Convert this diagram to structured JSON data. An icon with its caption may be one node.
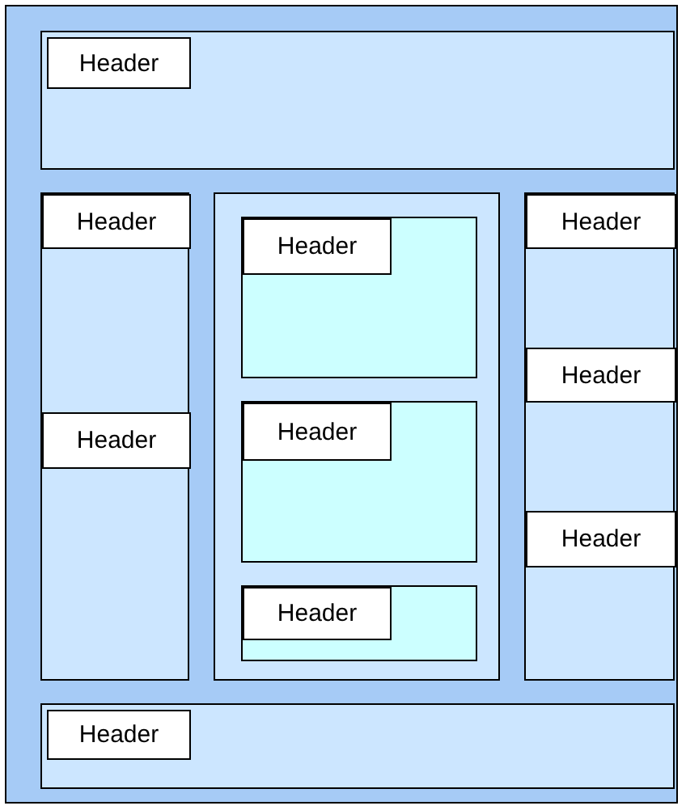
{
  "diagram": {
    "nodes": [
      {
        "text": [],
        "shape": "box"
      },
      {
        "text": [],
        "shape": "box",
        "in": 0
      },
      {
        "text": [
          "Header"
        ],
        "in": 1
      },
      {
        "text": [],
        "shape": "box",
        "in": 0
      },
      {
        "text": [
          "Header"
        ],
        "in": 3
      },
      {
        "text": [
          "Header"
        ],
        "in": 3
      },
      {
        "text": [],
        "shape": "box",
        "in": 0
      },
      {
        "text": [],
        "shape": "box",
        "in": 6
      },
      {
        "text": [
          "Header"
        ],
        "in": 7
      },
      {
        "text": [],
        "shape": "box",
        "in": 6
      },
      {
        "text": [
          "Header"
        ],
        "in": 9
      },
      {
        "text": [],
        "shape": "box",
        "in": 6
      },
      {
        "text": [
          "Header"
        ],
        "in": 11
      },
      {
        "text": [],
        "shape": "box",
        "in": 0
      },
      {
        "text": [
          "Header"
        ],
        "in": 13
      },
      {
        "text": [
          "Header"
        ],
        "in": 13
      },
      {
        "text": [
          "Header"
        ],
        "in": 13
      },
      {
        "text": [],
        "shape": "box",
        "in": 0
      },
      {
        "text": [
          "Header"
        ],
        "in": 17
      }
    ],
    "edges": []
  }
}
